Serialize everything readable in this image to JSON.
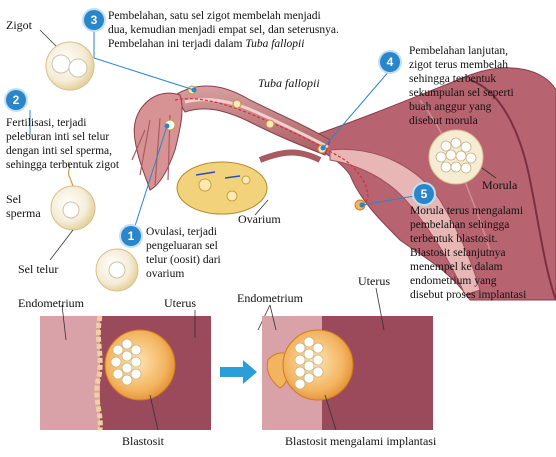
{
  "labels": {
    "zigot": "Zigot",
    "sel_sperma_1": "Sel",
    "sel_sperma_2": "sperma",
    "sel_telur": "Sel telur",
    "tuba": "Tuba fallopii",
    "ovarium": "Ovarium",
    "morula": "Morula",
    "endometrium_top": "Endometrium",
    "uterus_top": "Uterus",
    "endometrium_left": "Endometrium",
    "uterus_right": "Uterus",
    "blastosit": "Blastosit",
    "blastosit_implantasi": "Blastosit mengalami implantasi"
  },
  "steps": [
    {
      "number": "1",
      "lines": [
        "Ovulasi, terjadi",
        "pengeluaran sel",
        "telur (oosit) dari",
        "ovarium"
      ]
    },
    {
      "number": "2",
      "lines": [
        "Fertilisasi, terjadi",
        "peleburan inti sel telur",
        "dengan inti sel sperma,",
        "sehingga terbentuk zigot"
      ]
    },
    {
      "number": "3",
      "lines": [
        "Pembelahan, satu sel zigot membelah menjadi",
        "dua, kemudian menjadi empat sel, dan seterusnya.",
        "Pembelahan ini terjadi dalam"
      ],
      "italic_tail": "Tuba fallopii"
    },
    {
      "number": "4",
      "lines": [
        "Pembelahan lanjutan,",
        "zigot terus membelah",
        "sehingga terbentuk",
        "sekumpulan sel seperti",
        "buah anggur yang",
        "disebut morula"
      ]
    },
    {
      "number": "5",
      "lines": [
        "Morula terus mengalami",
        "pembelahan sehingga",
        "terbentuk blastosit.",
        "Blastosit selanjutnya",
        "menempel ke dalam",
        "endometrium yang",
        "disebut proses implantasi"
      ]
    }
  ],
  "colors": {
    "accent": "#2a86c9",
    "tissue": "#b04a5a",
    "endometrium": "#c98b93",
    "uterus_wall": "#9a4a5a",
    "blastocyst": "#f0b060"
  }
}
